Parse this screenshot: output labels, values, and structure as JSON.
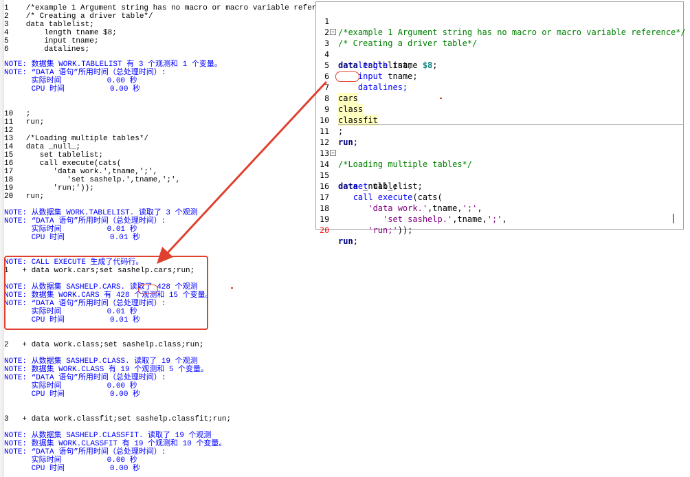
{
  "log": {
    "source_lines": [
      {
        "num": "1",
        "text": "   /*example 1 Argument string has no macro or macro variable reference*/"
      },
      {
        "num": "2",
        "text": "   /* Creating a driver table*/"
      },
      {
        "num": "3",
        "text": "   data tablelist;"
      },
      {
        "num": "4",
        "text": "       length tname $8;"
      },
      {
        "num": "5",
        "text": "       input tname;"
      },
      {
        "num": "6",
        "text": "       datalines;"
      }
    ],
    "note_block_1": [
      "NOTE: 数据集 WORK.TABLELIST 有 3 个观测和 1 个变量。",
      "NOTE: “DATA 语句”所用时间（总处理时间）:",
      "      实际时间          0.00 秒",
      "      CPU 时间          0.00 秒"
    ],
    "source_lines_2": [
      {
        "num": "10",
        "text": "   ;"
      },
      {
        "num": "11",
        "text": "   run;"
      },
      {
        "num": "12",
        "text": ""
      },
      {
        "num": "13",
        "text": "   /*Loading multiple tables*/"
      },
      {
        "num": "14",
        "text": "   data _null_;"
      },
      {
        "num": "15",
        "text": "      set tablelist;"
      },
      {
        "num": "16",
        "text": "      call execute(cats("
      },
      {
        "num": "17",
        "text": "         'data work.',tname,';',"
      },
      {
        "num": "18",
        "text": "            'set sashelp.',tname,';',"
      },
      {
        "num": "19",
        "text": "         'run;'));"
      },
      {
        "num": "20",
        "text": "   run;"
      }
    ],
    "note_block_2": [
      "NOTE: 从数据集 WORK.TABLELIST. 读取了 3 个观测",
      "NOTE: “DATA 语句”所用时间（总处理时间）:",
      "      实际时间          0.01 秒",
      "      CPU 时间          0.01 秒"
    ],
    "call_execute_note": "NOTE: CALL EXECUTE 生成了代码行。",
    "generated_1": "1   + data work.cars;set sashelp.cars;run;",
    "note_block_3": [
      "NOTE: 从数据集 SASHELP.CARS. 读取了 428 个观测",
      "NOTE: 数据集 WORK.CARS 有 428 个观测和 15 个变量。",
      "NOTE: “DATA 语句”所用时间（总处理时间）:",
      "      实际时间          0.01 秒",
      "      CPU 时间          0.01 秒"
    ],
    "generated_2": "2   + data work.class;set sashelp.class;run;",
    "note_block_4": [
      "NOTE: 从数据集 SASHELP.CLASS. 读取了 19 个观测",
      "NOTE: 数据集 WORK.CLASS 有 19 个观测和 5 个变量。",
      "NOTE: “DATA 语句”所用时间（总处理时间）:",
      "      实际时间          0.00 秒",
      "      CPU 时间          0.00 秒"
    ],
    "generated_3": "3   + data work.classfit;set sashelp.classfit;run;",
    "note_block_5": [
      "NOTE: 从数据集 SASHELP.CLASSFIT. 读取了 19 个观测",
      "NOTE: 数据集 WORK.CLASSFIT 有 19 个观测和 10 个变量。",
      "NOTE: “DATA 语句”所用时间（总处理时间）:",
      "      实际时间          0.00 秒",
      "      CPU 时间          0.00 秒"
    ]
  },
  "editor": {
    "line_numbers": [
      "1",
      "2",
      "3",
      "4",
      "5",
      "6",
      "7",
      "8",
      "9",
      "10",
      "11",
      "12",
      "13",
      "14",
      "15",
      "16",
      "17",
      "18",
      "19",
      "20"
    ],
    "comment_1": "/*example 1 Argument string has no macro or macro variable reference*/",
    "comment_2": "/* Creating a driver table*/",
    "kw_data": "data",
    "tablelist_stmt": " tablelist;",
    "length_kw": "length",
    "length_rest": " tname ",
    "length_fmt": "$8",
    "semicolon": ";",
    "input_kw": "input",
    "input_rest": " tname;",
    "datalines_kw": "datalines;",
    "data_rows": [
      "cars",
      "class",
      "classfit"
    ],
    "dl_end": ";",
    "kw_run": "run",
    "comment_3": "/*Loading multiple tables*/",
    "null_stmt": " _null_;",
    "set_kw": "set",
    "set_rest": " tablelist;",
    "call_kw": "call execute",
    "call_rest": "(cats(",
    "str_data_work": "'data work.'",
    "str_semi": "';'",
    "str_set_sashelp": "'set sashelp.'",
    "str_run": "'run;'",
    "tname_sep": ",tname,",
    "comma": ",",
    "close_parens": "));",
    "fold_symbol": "−"
  },
  "colors": {
    "annotation": "#e0412e",
    "note": "#0000ff",
    "comment": "#008000",
    "keyword": "#000080",
    "string": "#800080",
    "datalines_bg": "#ffffc0"
  }
}
